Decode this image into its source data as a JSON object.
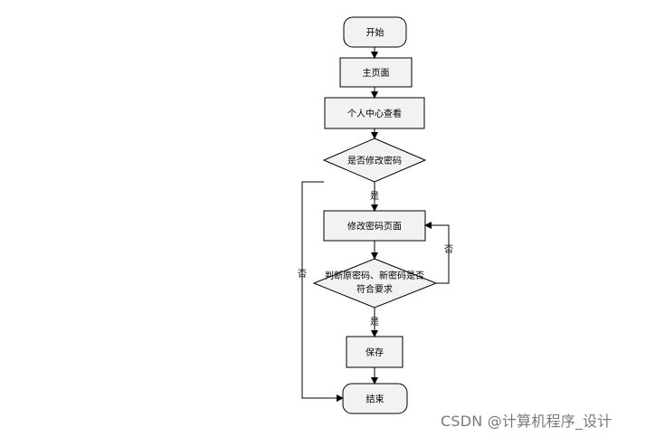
{
  "nodes": {
    "start": "开始",
    "home": "主页面",
    "profile": "个人中心查看",
    "decision_change": "是否修改密码",
    "change_page": "修改密码页面",
    "decision_check_line1": "判断原密码、新密码是否",
    "decision_check_line2": "符合要求",
    "save": "保存",
    "end": "结束"
  },
  "edges": {
    "yes1": "是",
    "no1": "否",
    "no2": "否",
    "yes2": "是"
  },
  "watermark": "CSDN @计算机程序_设计"
}
